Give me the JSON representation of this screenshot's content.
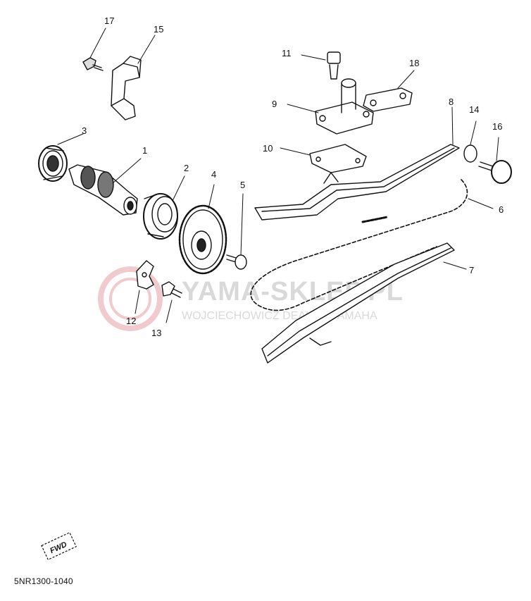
{
  "diagram": {
    "callouts": [
      {
        "id": "1",
        "text": "1"
      },
      {
        "id": "2",
        "text": "2"
      },
      {
        "id": "3",
        "text": "3"
      },
      {
        "id": "4",
        "text": "4"
      },
      {
        "id": "5",
        "text": "5"
      },
      {
        "id": "6",
        "text": "6"
      },
      {
        "id": "7",
        "text": "7"
      },
      {
        "id": "8",
        "text": "8"
      },
      {
        "id": "9",
        "text": "9"
      },
      {
        "id": "10",
        "text": "10"
      },
      {
        "id": "11",
        "text": "11"
      },
      {
        "id": "12",
        "text": "12"
      },
      {
        "id": "13",
        "text": "13"
      },
      {
        "id": "14",
        "text": "14"
      },
      {
        "id": "15",
        "text": "15"
      },
      {
        "id": "16",
        "text": "16"
      },
      {
        "id": "17",
        "text": "17"
      },
      {
        "id": "18",
        "text": "18"
      }
    ],
    "fwd_label": "FWD",
    "diagram_code": "5NR1300-1040"
  },
  "watermark": {
    "title": "YAMA-SKLEP.PL",
    "subtitle": "WOJCIECHOWICZ DEALER YAMAHA",
    "color": "#e7a0a8"
  }
}
